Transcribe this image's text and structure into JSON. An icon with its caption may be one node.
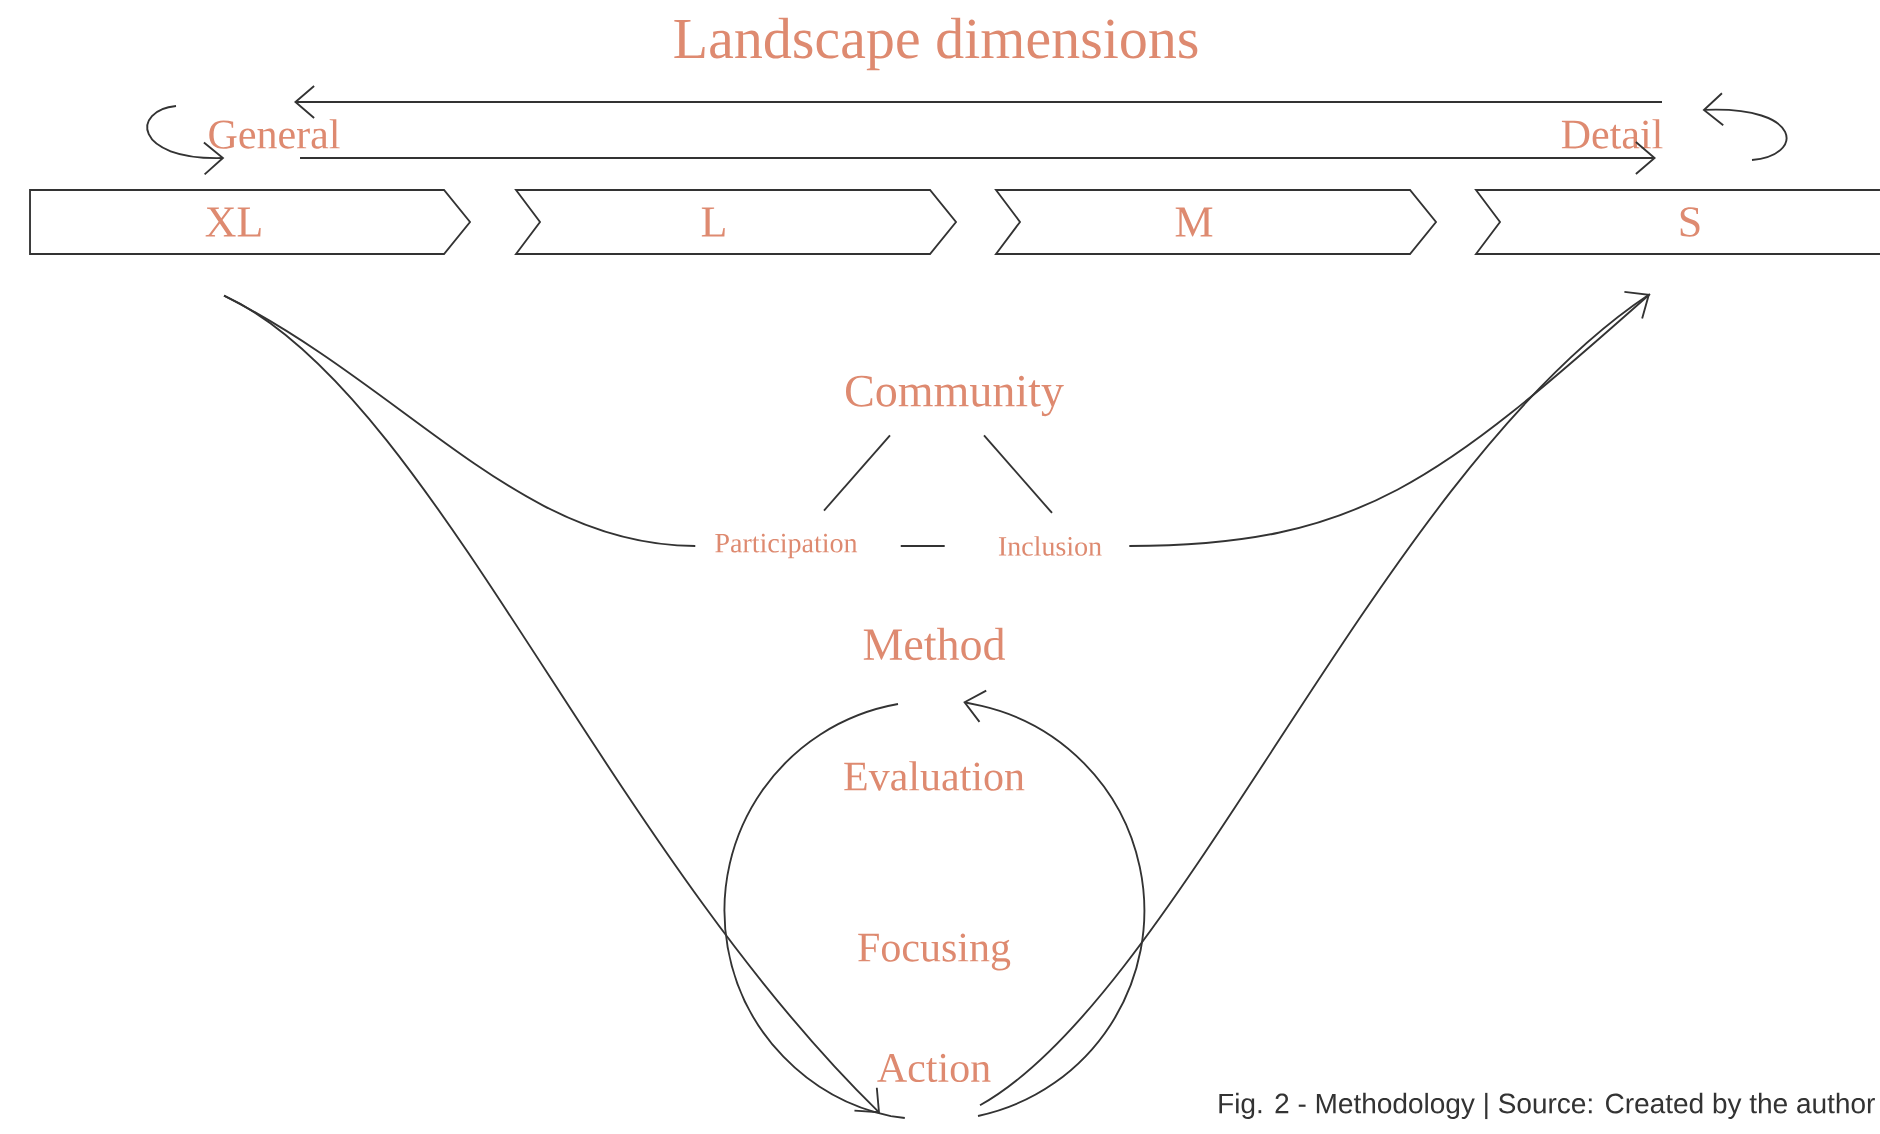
{
  "diagram": {
    "title": "Landscape dimensions",
    "caption": "Fig. 2 - Methodology | Source: Created by the author",
    "nodes": [
      {
        "text": [
          "General"
        ]
      },
      {
        "text": [
          "Detail"
        ]
      },
      {
        "text": [
          "XL"
        ]
      },
      {
        "text": [
          "L"
        ]
      },
      {
        "text": [
          "M"
        ]
      },
      {
        "text": [
          "S"
        ]
      },
      {
        "text": [
          "Community"
        ]
      },
      {
        "text": [
          "Participation"
        ]
      },
      {
        "text": [
          "Inclusion"
        ]
      },
      {
        "text": [
          "Evaluation"
        ]
      },
      {
        "text": [
          "Action"
        ]
      }
    ],
    "edges": [
      {
        "from": 1,
        "to": 0,
        "arrow": "to"
      },
      {
        "from": 0,
        "to": 1,
        "arrow": "to"
      },
      {
        "from": 2,
        "to": 10,
        "arrow": "to"
      },
      {
        "from": 10,
        "to": 5,
        "arrow": "to"
      },
      {
        "from": 2,
        "to": 7,
        "arrow": "none"
      },
      {
        "from": 8,
        "to": 5,
        "arrow": "none"
      },
      {
        "from": 6,
        "to": 7,
        "arrow": "none"
      },
      {
        "from": 6,
        "to": 8,
        "arrow": "none"
      },
      {
        "from": 7,
        "to": 8,
        "arrow": "none"
      },
      {
        "from": 10,
        "to": 9,
        "arrow": "to"
      },
      {
        "from": 9,
        "to": 10,
        "arrow": "none"
      },
      {
        "from": null,
        "to": 0,
        "arrow": "to"
      },
      {
        "from": null,
        "to": 1,
        "arrow": "to"
      }
    ],
    "labels": [
      "Method",
      "Focusing"
    ]
  }
}
